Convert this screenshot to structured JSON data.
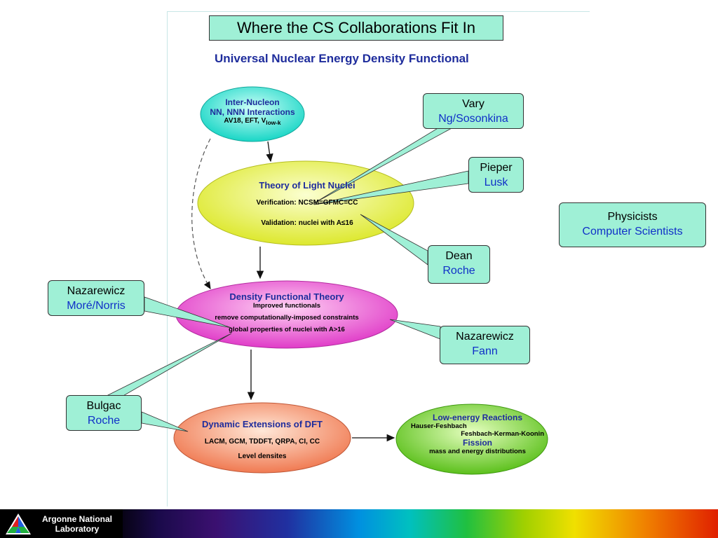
{
  "slide": {
    "title": "Where the CS Collaborations Fit In",
    "subtitle": "Universal Nuclear Energy Density Functional"
  },
  "nodes": {
    "inter_nucleon": {
      "title1": "Inter-Nucleon",
      "title2": "NN, NNN Interactions",
      "line1_pre": "AV18, EFT, V",
      "line1_sub": "low-k"
    },
    "light_nuclei": {
      "title": "Theory of Light Nuclei",
      "line1": "Verification: NCSM=GFMC=CC",
      "line2": "Validation: nuclei with A≤16"
    },
    "dft": {
      "title": "Density Functional Theory",
      "line1": "Improved functionals",
      "line2": "remove computationally-imposed constraints",
      "line3": "global properties of nuclei with A>16"
    },
    "dynamic": {
      "title": "Dynamic Extensions of DFT",
      "line1": "LACM, GCM, TDDFT, QRPA, CI, CC",
      "line2": "Level densites"
    },
    "reactions": {
      "title1": "Low-energy Reactions",
      "line1": "Hauser-Feshbach",
      "line2": "Feshbach-Kerman-Koonin",
      "title2": "Fission",
      "line3": "mass and energy distributions"
    }
  },
  "callouts": {
    "vary": {
      "physicist": "Vary",
      "cs": "Ng/Sosonkina"
    },
    "pieper": {
      "physicist": "Pieper",
      "cs": "Lusk"
    },
    "dean": {
      "physicist": "Dean",
      "cs": "Roche"
    },
    "nazarewicz_more": {
      "physicist": "Nazarewicz",
      "cs": "Moré/Norris"
    },
    "nazarewicz_fann": {
      "physicist": "Nazarewicz",
      "cs": "Fann"
    },
    "bulgac": {
      "physicist": "Bulgac",
      "cs": "Roche"
    }
  },
  "legend": {
    "physicists": "Physicists",
    "computer_scientists": "Computer Scientists"
  },
  "footer": {
    "org_line1": "Argonne National",
    "org_line2": "Laboratory"
  },
  "colors": {
    "callout_fill": "#9ff0d6",
    "physicist_text": "#000000",
    "cs_text": "#1030c8",
    "node_title": "#1e2c9c"
  }
}
